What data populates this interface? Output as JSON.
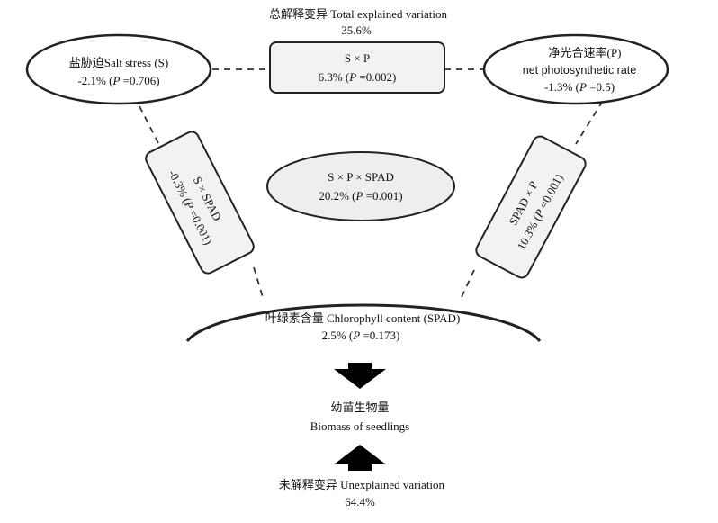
{
  "total": {
    "label": "总解释变异 Total explained variation",
    "value": "35.6%"
  },
  "salt": {
    "label": "盐胁迫Salt stress (S)",
    "value_prefix": "-2.1%  (",
    "p_symbol": "P",
    "p_value": " =0.706)"
  },
  "photo": {
    "label_cn": "净光合速率(P)",
    "label_en": "net photosynthetic rate",
    "value_prefix": "-1.3% (",
    "p_symbol": "P",
    "p_value": " =0.5)"
  },
  "sp": {
    "label": "S × P",
    "value_prefix": "6.3%  (",
    "p_symbol": "P",
    "p_value": " =0.002)"
  },
  "s_spad": {
    "label": "S × SPAD",
    "value_prefix": "-0.3% (",
    "p_symbol": "P",
    "p_value": " =0.001)"
  },
  "spad_p": {
    "label": "SPAD × P",
    "value_prefix": "10.3% (",
    "p_symbol": "P",
    "p_value": " =0.001)"
  },
  "center": {
    "label": "S × P × SPAD",
    "value_prefix": "20.2%  (",
    "p_symbol": "P",
    "p_value": " =0.001)"
  },
  "chlorophyll": {
    "label": "叶绿素含量 Chlorophyll content (SPAD)",
    "value_prefix": "2.5%  (",
    "p_symbol": "P",
    "p_value": " =0.173)"
  },
  "biomass": {
    "label_cn": "幼苗生物量",
    "label_en": "Biomass of  seedlings"
  },
  "unexplained": {
    "label": "未解释变异 Unexplained variation",
    "value": "64.4%"
  }
}
